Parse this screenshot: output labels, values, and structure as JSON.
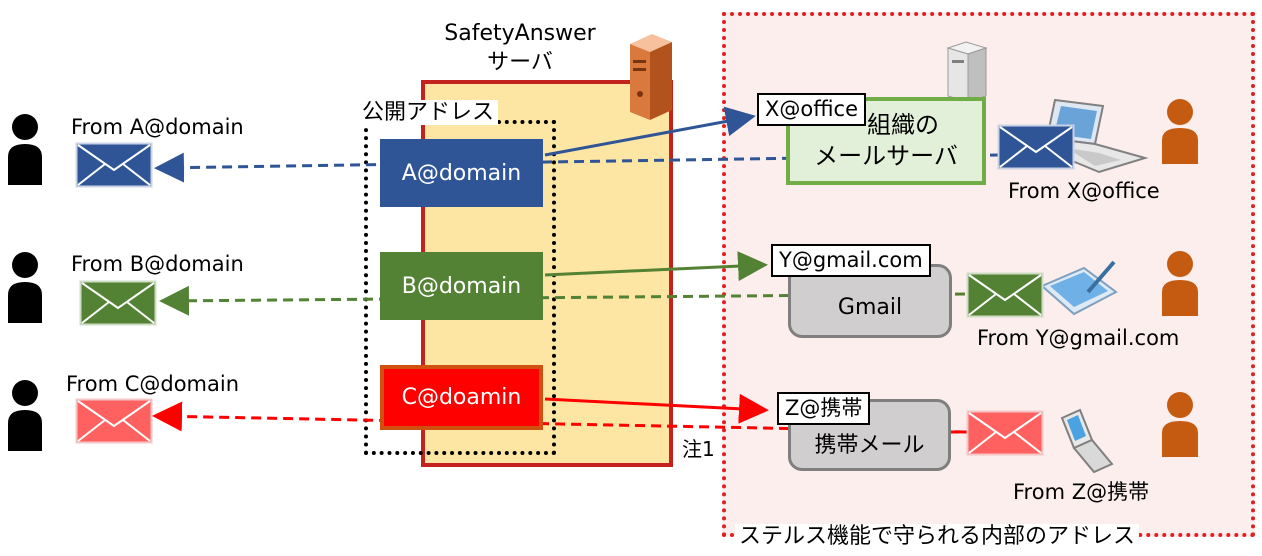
{
  "server": {
    "title_line1": "SafetyAnswer",
    "title_line2": "サーバ"
  },
  "public_address_label": "公開アドレス",
  "stealth_label": "ステルス機能で守られる内部のアドレス",
  "note_label": "注1",
  "public_addresses": [
    "A@domain",
    "B@domain",
    "C@doamin"
  ],
  "recipients": [
    {
      "from_label": "From A@domain"
    },
    {
      "from_label": "From B@domain"
    },
    {
      "from_label": "From C@domain"
    }
  ],
  "internal": {
    "office_tag": "X@office",
    "mail_server_line1": "組織の",
    "mail_server_line2": "メールサーバ",
    "office_from": "From X@office",
    "gmail_tag": "Y@gmail.com",
    "gmail_label": "Gmail",
    "gmail_from": "From Y@gmail.com",
    "mobile_tag": "Z@携帯",
    "mobile_label": "携帯メール",
    "mobile_from": "From Z@携帯"
  },
  "colors": {
    "blue": "#2f5597",
    "green": "#548235",
    "red": "#ff0000",
    "light_red": "#ff6161",
    "server_fill": "#fde6a3",
    "server_border": "#c4221e",
    "stealth_fill": "#fdeeee",
    "person_orange": "#c55a11"
  }
}
